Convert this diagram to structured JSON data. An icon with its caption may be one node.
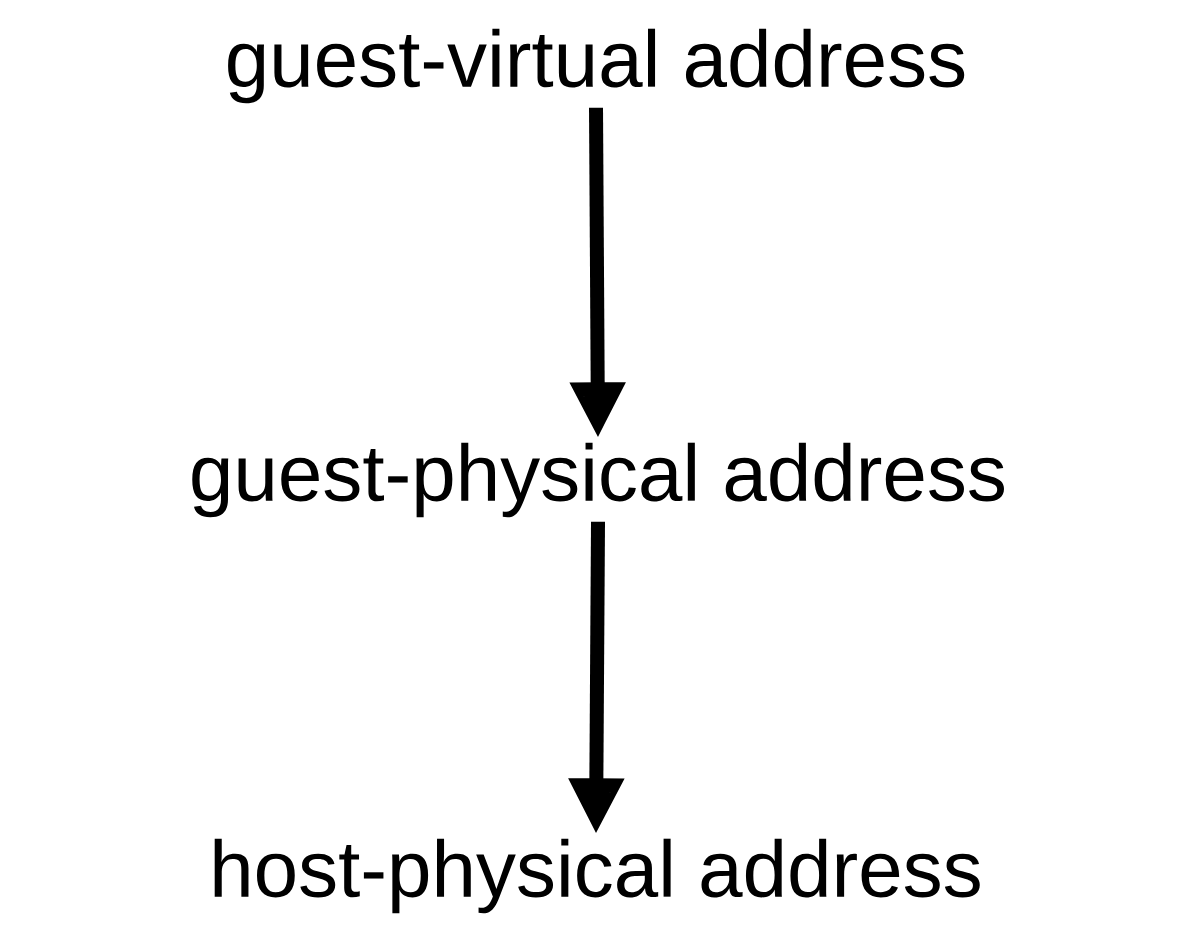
{
  "diagram": {
    "nodes": [
      {
        "text": [
          "guest-virtual address"
        ]
      },
      {
        "text": [
          "guest-physical address"
        ]
      },
      {
        "text": [
          "host-physical address"
        ]
      }
    ],
    "edges": [
      {
        "from": 0,
        "to": 1,
        "arrow": "to"
      },
      {
        "from": 1,
        "to": 2,
        "arrow": "to"
      }
    ]
  }
}
